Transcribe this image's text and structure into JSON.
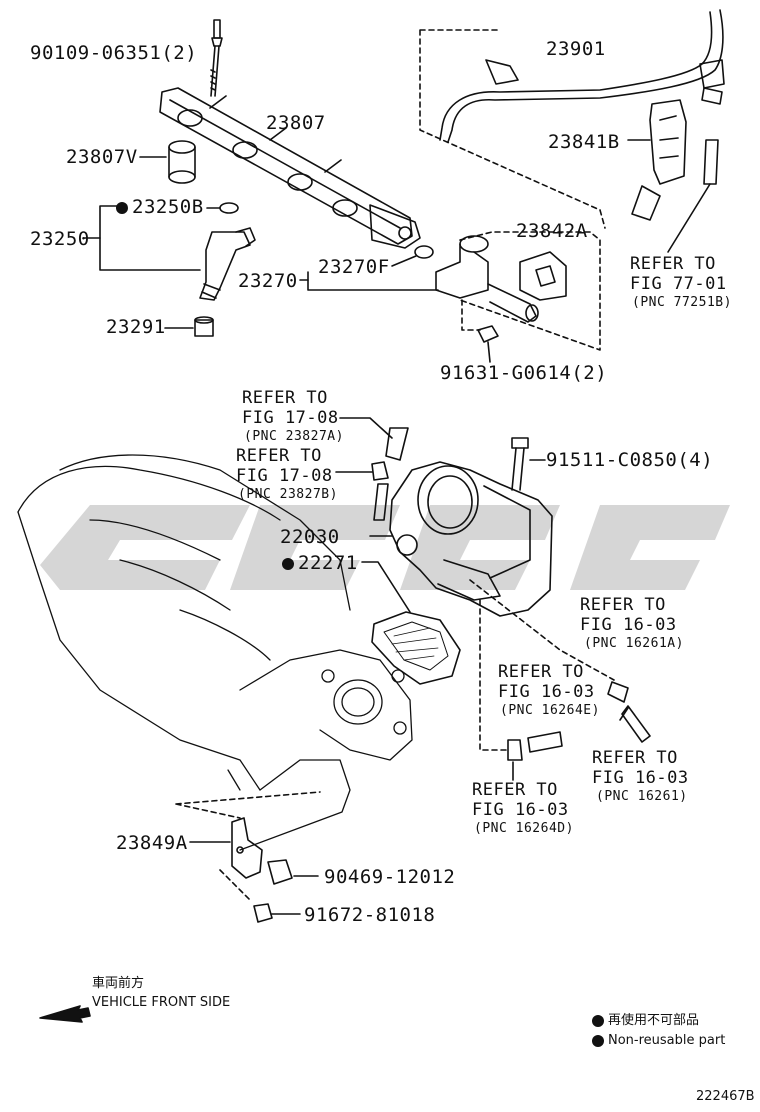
{
  "parts": {
    "p90109": "90109-06351(2)",
    "p23807": "23807",
    "p23807v": "23807V",
    "p23250b": "23250B",
    "p23250": "23250",
    "p23291": "23291",
    "p23270": "23270",
    "p23270f": "23270F",
    "p23901": "23901",
    "p23841b": "23841B",
    "p23842a": "23842A",
    "p91631": "91631-G0614(2)",
    "p91511": "91511-C0850(4)",
    "p22030": "22030",
    "p22271": "22271",
    "p23849a": "23849A",
    "p90469": "90469-12012",
    "p91672": "91672-81018"
  },
  "refs": {
    "r7701": {
      "a": "REFER TO",
      "b": "FIG 77-01",
      "c": "(PNC 77251B)"
    },
    "r1708a": {
      "a": "REFER TO",
      "b": "FIG 17-08",
      "c": "(PNC 23827A)"
    },
    "r1708b": {
      "a": "REFER TO",
      "b": "FIG 17-08",
      "c": "(PNC 23827B)"
    },
    "r1603a": {
      "a": "REFER TO",
      "b": "FIG 16-03",
      "c": "(PNC 16261A)"
    },
    "r1603e": {
      "a": "REFER TO",
      "b": "FIG 16-03",
      "c": "(PNC 16264E)"
    },
    "r1603": {
      "a": "REFER TO",
      "b": "FIG 16-03",
      "c": "(PNC 16261)"
    },
    "r1603d": {
      "a": "REFER TO",
      "b": "FIG 16-03",
      "c": "(PNC 16264D)"
    }
  },
  "direction": {
    "jp": "車両前方",
    "en": "VEHICLE FRONT SIDE"
  },
  "legend": {
    "jp": "再使用不可部品",
    "en": "Non-reusable part"
  },
  "figure_id": "222467B",
  "colors": {
    "line": "#111111",
    "watermark": "#c8c8c8"
  }
}
